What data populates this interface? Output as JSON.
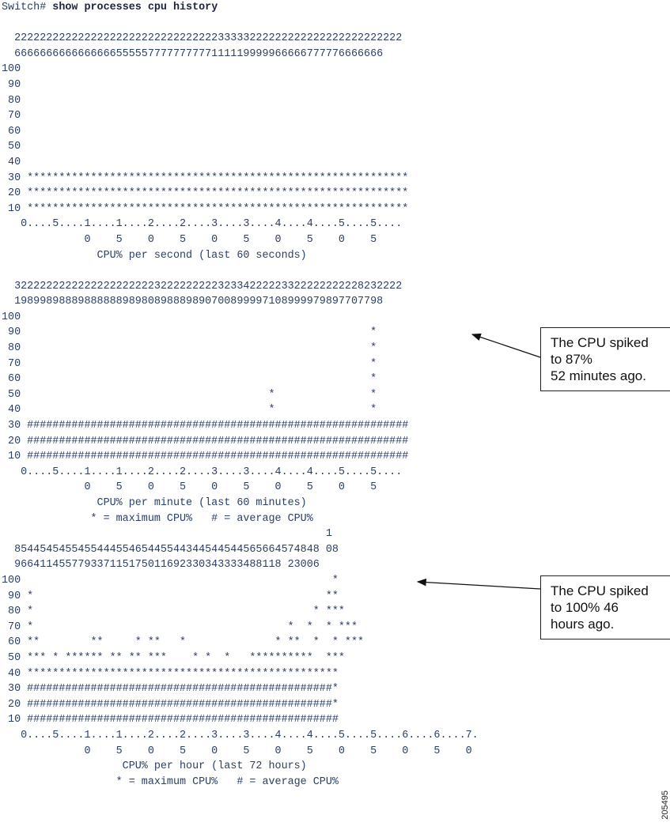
{
  "prompt": "Switch#",
  "command": "show processes cpu history",
  "seconds_graph": {
    "max_hundreds": "",
    "max_tens": "  2222222222222222222222222222222233333222222222222222222222222",
    "max_ones": "  6666666666666666555557777777777111119999966666777776666666",
    "rows": [
      "100",
      " 90",
      " 80",
      " 70",
      " 60",
      " 50",
      " 40",
      " 30 ************************************************************",
      " 20 ************************************************************",
      " 10 ************************************************************"
    ],
    "scale": "   0....5....1....1....2....2....3....3....4....4....5....5....",
    "scale2": "             0    5    0    5    0    5    0    5    0    5",
    "title": "               CPU% per second (last 60 seconds)",
    "legend": ""
  },
  "minutes_graph": {
    "max_tens": "  3222222222222222222222322222222232334222223322222222228232222",
    "max_ones": "  1989989888988888898980898889890700899997108999979897707798",
    "rows": [
      "100",
      " 90                                                       *",
      " 80                                                       *",
      " 70                                                       *",
      " 60                                                       *",
      " 50                                       *               *",
      " 40                                       *               *",
      " 30 ############################################################",
      " 20 ############################################################",
      " 10 ############################################################"
    ],
    "scale": "   0....5....1....1....2....2....3....3....4....4....5....5....",
    "scale2": "             0    5    0    5    0    5    0    5    0    5",
    "title": "               CPU% per minute (last 60 minutes)",
    "legend": "              * = maximum CPU%   # = average CPU%"
  },
  "hours_graph": {
    "max_hundreds": "                                                   1",
    "max_tens": "  854454545545544455465445544344544544565664574848 08",
    "max_ones": "  966411455779337115175011692330343333488118 23006",
    "rows": [
      "100                                                 *",
      " 90 *                                              **",
      " 80 *                                            * ***",
      " 70 *                                        *  *  * ***",
      " 60 **        **     * **   *              * **  *  * ***",
      " 50 *** * ****** ** ** ***    * *  *   **********  ***",
      " 40 *************************************************",
      " 30 ################################################*",
      " 20 ################################################*",
      " 10 #################################################"
    ],
    "scale": "   0....5....1....1....2....2....3....3....4....4....5....5....6....6....7.",
    "scale2": "             0    5    0    5    0    5    0    5    0    5    0    5    0",
    "title": "                   CPU% per hour (last 72 hours)",
    "legend": "                  * = maximum CPU%   # = average CPU%"
  },
  "callouts": {
    "minute_spike": "The CPU spiked\nto 87%\n52 minutes ago.",
    "hour_spike": "The CPU spiked\nto 100% 46\nhours ago."
  },
  "figure_id": "205495"
}
